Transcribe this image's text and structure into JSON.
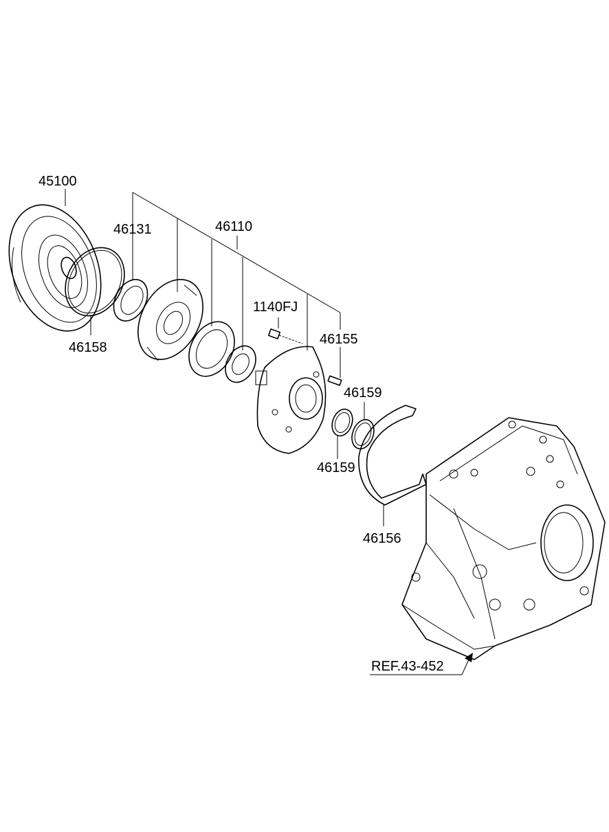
{
  "labels": {
    "p45100": "45100",
    "p46131": "46131",
    "p46110": "46110",
    "p46158": "46158",
    "p1140FJ": "1140FJ",
    "p46155": "46155",
    "p46159a": "46159",
    "p46159b": "46159",
    "p46156": "46156",
    "ref": "REF.43-452"
  }
}
